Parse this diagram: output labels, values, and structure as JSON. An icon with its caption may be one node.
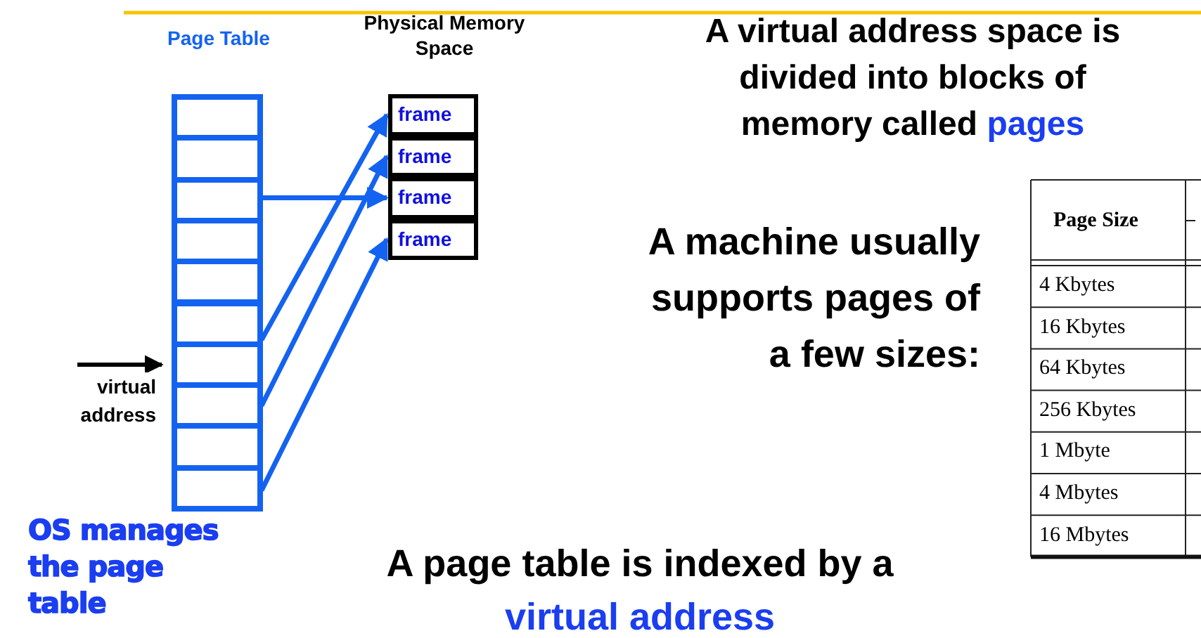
{
  "diagram": {
    "nodes": [
      {
        "text": [
          "Page Table"
        ]
      },
      {
        "text": [],
        "shape": "box",
        "in": 0
      },
      {
        "text": [],
        "shape": "box",
        "in": 0
      },
      {
        "text": [],
        "shape": "box",
        "in": 0
      },
      {
        "text": [],
        "shape": "box",
        "in": 0
      },
      {
        "text": [],
        "shape": "box",
        "in": 0
      },
      {
        "text": [],
        "shape": "box",
        "in": 0
      },
      {
        "text": [],
        "shape": "box",
        "in": 0
      },
      {
        "text": [],
        "shape": "box",
        "in": 0
      },
      {
        "text": [],
        "shape": "box",
        "in": 0
      },
      {
        "text": [],
        "shape": "box",
        "in": 0
      },
      {
        "text": [
          "Physical Memory Space"
        ]
      },
      {
        "text": [
          "frame"
        ],
        "in": 11
      },
      {
        "text": [
          "frame"
        ],
        "in": 11
      },
      {
        "text": [
          "frame"
        ],
        "in": 11
      },
      {
        "text": [
          "frame"
        ],
        "in": 11
      }
    ],
    "edges": [
      {
        "from": 6,
        "to": 12,
        "arrow": "to"
      },
      {
        "from": 8,
        "to": 13,
        "arrow": "to"
      },
      {
        "from": 3,
        "to": 14,
        "arrow": "to"
      },
      {
        "from": 10,
        "to": 15,
        "arrow": "to"
      },
      {
        "from": null,
        "to": 7,
        "arrow": "to",
        "label": "virtual address",
        "color": "#000000"
      }
    ],
    "labels": [
      "A virtual address space is divided into blocks of memory called",
      "pages",
      "A machine usually supports pages of a few sizes:",
      "Page Size",
      "4 Kbytes",
      "16 Kbytes",
      "64 Kbytes",
      "256 Kbytes",
      "1 Mbyte",
      "4 Mbytes",
      "16 Mbytes",
      "OS manages the page table",
      "A page table is indexed by a",
      "virtual address"
    ]
  }
}
